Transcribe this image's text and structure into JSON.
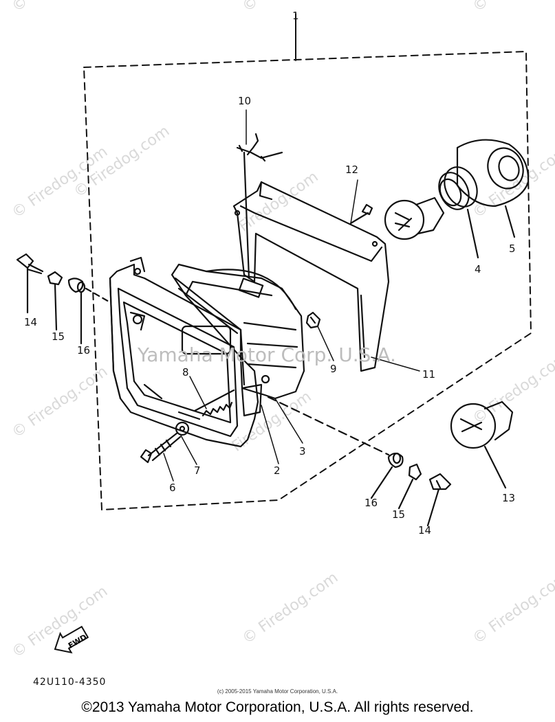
{
  "watermarks": {
    "site": "© Firedog.com",
    "site_short": "Firedog.com",
    "overlay": "Yamaha Motor Corp. U.S.A."
  },
  "assembly_label": "1",
  "callouts": [
    {
      "id": "c1",
      "label": "1"
    },
    {
      "id": "c2",
      "label": "2"
    },
    {
      "id": "c3",
      "label": "3"
    },
    {
      "id": "c4",
      "label": "4"
    },
    {
      "id": "c5",
      "label": "5"
    },
    {
      "id": "c6",
      "label": "6"
    },
    {
      "id": "c7",
      "label": "7"
    },
    {
      "id": "c8",
      "label": "8"
    },
    {
      "id": "c9",
      "label": "9"
    },
    {
      "id": "c10",
      "label": "10"
    },
    {
      "id": "c11",
      "label": "11"
    },
    {
      "id": "c12",
      "label": "12"
    },
    {
      "id": "c13",
      "label": "13"
    },
    {
      "id": "c14a",
      "label": "14"
    },
    {
      "id": "c15a",
      "label": "15"
    },
    {
      "id": "c16a",
      "label": "16"
    },
    {
      "id": "c14b",
      "label": "14"
    },
    {
      "id": "c15b",
      "label": "15"
    },
    {
      "id": "c16b",
      "label": "16"
    }
  ],
  "fwd_label": "FWD",
  "diagram_code": "42U110-4350",
  "fine_print": "(c) 2005-2015 Yamaha Motor Corporation, U.S.A.",
  "copyright": "©2013 Yamaha Motor Corporation, U.S.A. All rights reserved."
}
